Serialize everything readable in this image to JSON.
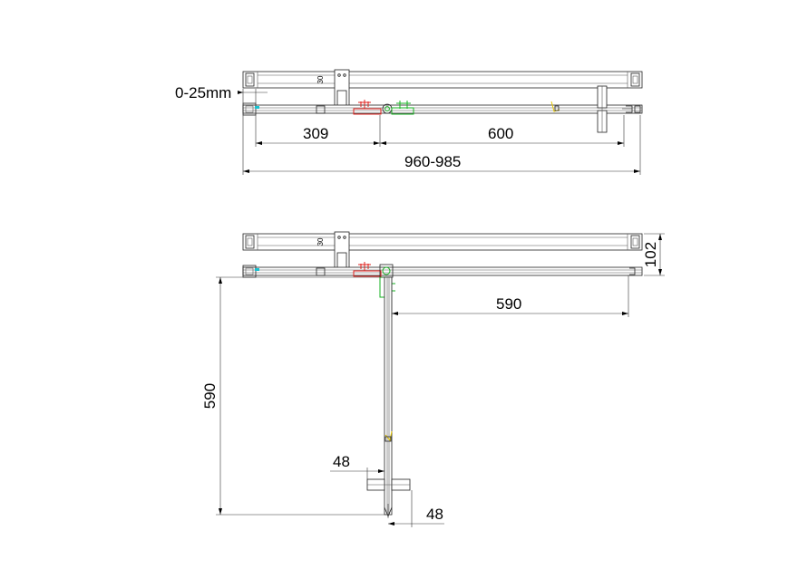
{
  "colors": {
    "line": "#222222",
    "hardware_red": "#e0201c",
    "hardware_green": "#16b020",
    "hardware_yellow": "#e8c800",
    "seal_cyan": "#19c2d0"
  },
  "top_view": {
    "label_adjust": "0-25mm",
    "label_bracket": "30",
    "dim_left": "309",
    "dim_right": "600",
    "dim_overall": "960-985"
  },
  "bottom_view": {
    "label_bracket": "30",
    "dim_depth": "102",
    "dim_horizontal": "590",
    "dim_vertical": "590",
    "dim_handle_left": "48",
    "dim_handle_right": "48"
  }
}
